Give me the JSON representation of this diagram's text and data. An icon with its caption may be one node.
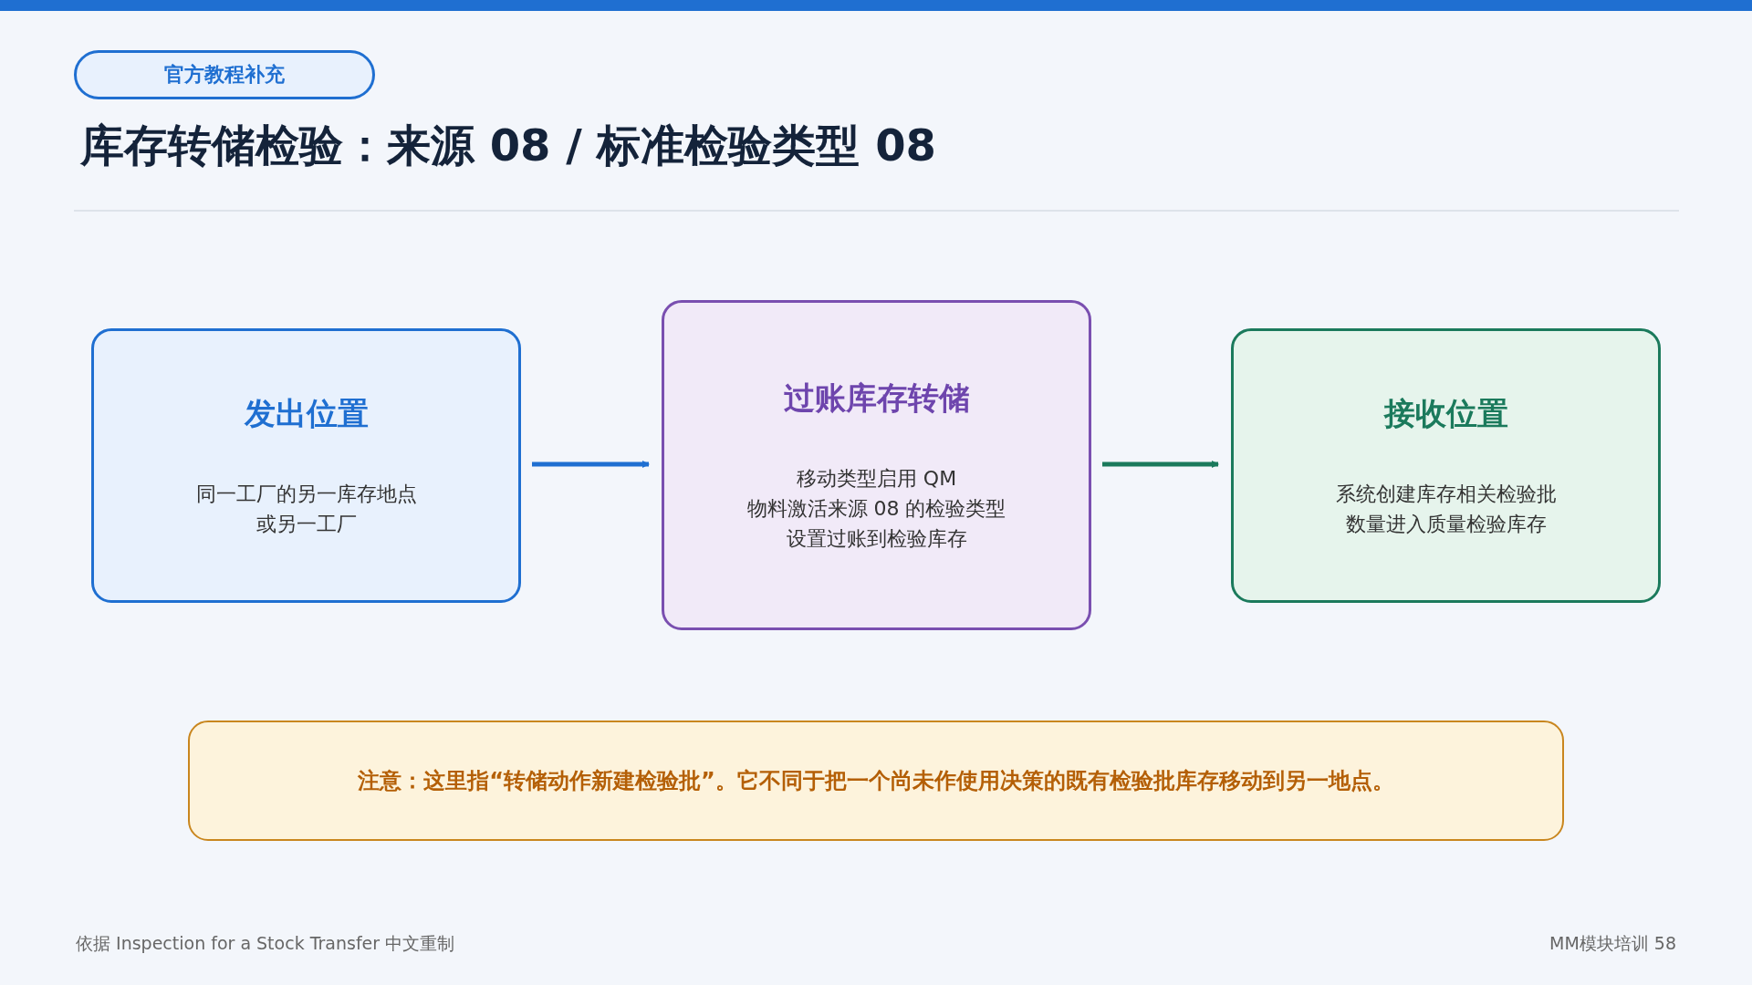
{
  "diagram": {
    "title": "库存转储检验：来源 08 / 标准检验类型 08",
    "nodes": [
      {
        "text": [
          "发出位置",
          "同一工厂的另一库存地点或另一工厂"
        ]
      },
      {
        "text": [
          "过账库存转储",
          "移动类型启用 QM",
          "物料激活来源 08 的检验类型",
          "设置过账到检验库存"
        ]
      },
      {
        "text": [
          "接收位置",
          "系统创建库存相关检验批",
          "数量进入质量检验库存"
        ]
      },
      {
        "text": [
          "注意：这里指“转储动作新建检验批”。它不同于把一个尚未作使用决策的既有检验批库存移动到另一地点。"
        ]
      },
      {
        "text": [
          "官方教程补充"
        ]
      }
    ],
    "edges": [
      {
        "from": 0,
        "to": 1,
        "arrow": "to",
        "color": "#1f6fd1"
      },
      {
        "from": 1,
        "to": 2,
        "arrow": "to",
        "color": "#1b7a5c"
      }
    ],
    "labels": [
      "依据 Inspection for a Stock Transfer 中文重制",
      "MM模块培训 58"
    ]
  }
}
